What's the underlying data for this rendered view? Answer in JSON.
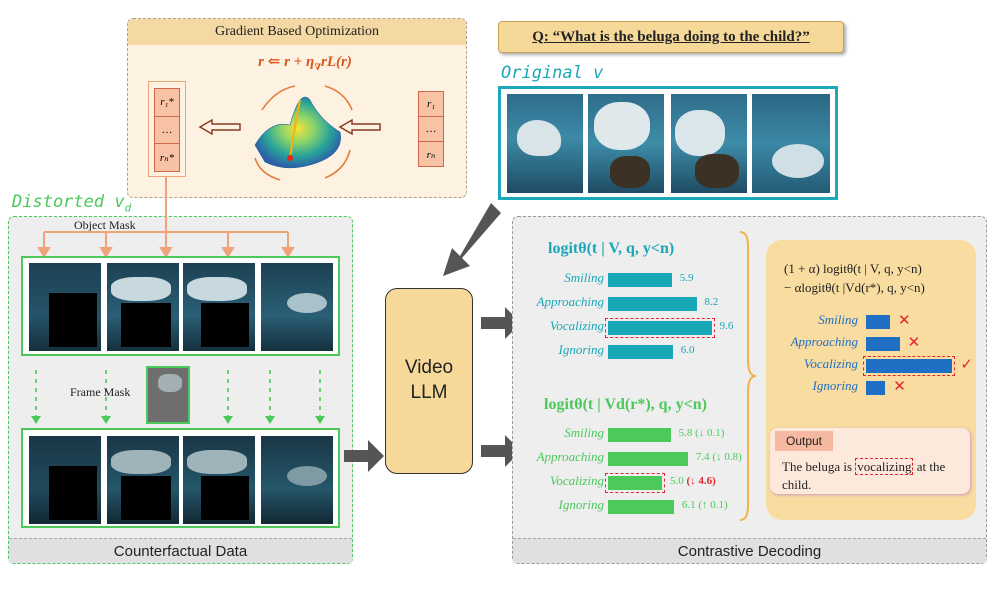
{
  "gbo": {
    "title": "Gradient Based Optimization",
    "formula_parts": [
      "r ⇐ r + ",
      "η",
      "∇",
      "r",
      "L(r)"
    ],
    "left_vector": [
      "r₁*",
      "…",
      "rₙ*"
    ],
    "right_vector": [
      "r₁",
      "…",
      "rₙ"
    ]
  },
  "question": "Q: “What is the beluga doing to the child?”",
  "original_label": "Original v",
  "distorted_label": "Distorted v",
  "distorted_subscript": "d",
  "object_mask_label": "Object Mask",
  "frame_mask_label": "Frame Mask",
  "counterfactual_label": "Counterfactual Data",
  "video_llm_label": [
    "Video",
    "LLM"
  ],
  "contrastive_label": "Contrastive Decoding",
  "top_chart": {
    "heading": "logitθ(t | V, q, y<n)",
    "rows": [
      {
        "label": "Smiling",
        "value": "5.9",
        "v": 5.9
      },
      {
        "label": "Approaching",
        "value": "8.2",
        "v": 8.2
      },
      {
        "label": "Vocalizing",
        "value": "9.6",
        "v": 9.6,
        "highlight": true
      },
      {
        "label": "Ignoring",
        "value": "6.0",
        "v": 6.0
      }
    ]
  },
  "bottom_chart": {
    "heading": "logitθ(t | Vd(r*), q, y<n)",
    "rows": [
      {
        "label": "Smiling",
        "value": "5.8 (↓ 0.1)",
        "v": 5.8
      },
      {
        "label": "Approaching",
        "value": "7.4 (↓ 0.8)",
        "v": 7.4
      },
      {
        "label": "Vocalizing",
        "value": "5.0",
        "change": "(↓ 4.6)",
        "v": 5.0,
        "highlight": true
      },
      {
        "label": "Ignoring",
        "value": "6.1 (↑ 0.1)",
        "v": 6.1
      }
    ]
  },
  "combined": {
    "formula_line1": "(1 + α) logitθ(t | V, q, y<n)",
    "formula_line2": "− αlogitθ(t |Vd(r*), q, y<n)",
    "rows": [
      {
        "label": "Smiling",
        "mark": "✕",
        "v": 0.25
      },
      {
        "label": "Approaching",
        "mark": "✕",
        "v": 0.35
      },
      {
        "label": "Vocalizing",
        "mark": "✓",
        "v": 0.9,
        "highlight": true
      },
      {
        "label": "Ignoring",
        "mark": "✕",
        "v": 0.2
      }
    ]
  },
  "output": {
    "label": "Output",
    "text_before": "The beluga is ",
    "highlight": "vocalizing",
    "text_after": " at the child."
  },
  "colors": {
    "teal": "#1aa7b8",
    "green": "#4bc95a",
    "blue": "#1f6fc4",
    "orange": "#f0a27a",
    "red": "#e0282e"
  }
}
